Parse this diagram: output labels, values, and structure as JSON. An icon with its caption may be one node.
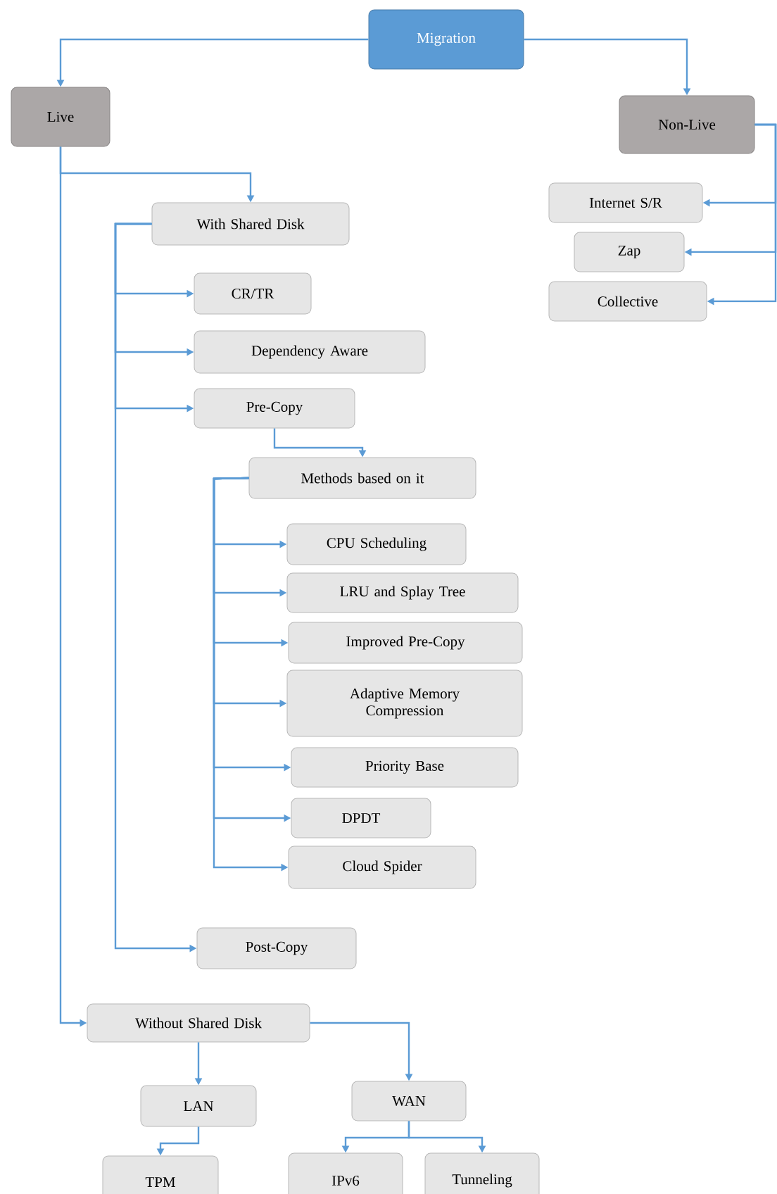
{
  "diagram": {
    "nodes": [
      {
        "text": [
          "Migration"
        ]
      },
      {
        "text": [
          "Live"
        ]
      },
      {
        "text": [
          "Non-Live"
        ]
      },
      {
        "text": [
          "Internet S/R"
        ]
      },
      {
        "text": [
          "Zap"
        ]
      },
      {
        "text": [
          "Collective"
        ]
      },
      {
        "text": [
          "With Shared Disk"
        ]
      },
      {
        "text": [
          "CR/TR"
        ]
      },
      {
        "text": [
          "Dependency Aware"
        ]
      },
      {
        "text": [
          "Pre-Copy"
        ]
      },
      {
        "text": [
          "Methods based on it"
        ]
      },
      {
        "text": [
          "CPU Scheduling"
        ]
      },
      {
        "text": [
          "LRU and Splay Tree"
        ]
      },
      {
        "text": [
          "Improved Pre-Copy"
        ]
      },
      {
        "text": [
          "Adaptive Memory Compression"
        ]
      },
      {
        "text": [
          "Priority Base"
        ]
      },
      {
        "text": [
          "DPDT"
        ]
      },
      {
        "text": [
          "Cloud Spider"
        ]
      },
      {
        "text": [
          "Post-Copy"
        ]
      },
      {
        "text": [
          "Without Shared Disk"
        ]
      },
      {
        "text": [
          "LAN"
        ]
      },
      {
        "text": [
          "WAN"
        ]
      },
      {
        "text": [
          "TPM"
        ]
      },
      {
        "text": [
          "IPv6"
        ]
      },
      {
        "text": [
          "Tunneling"
        ]
      }
    ],
    "edges": [
      {
        "from": 0,
        "to": 1,
        "arrow": "to"
      },
      {
        "from": 0,
        "to": 2,
        "arrow": "to"
      },
      {
        "from": 2,
        "to": 3,
        "arrow": "to"
      },
      {
        "from": 2,
        "to": 4,
        "arrow": "to"
      },
      {
        "from": 2,
        "to": 5,
        "arrow": "to"
      },
      {
        "from": 1,
        "to": 6,
        "arrow": "to"
      },
      {
        "from": 6,
        "to": 7,
        "arrow": "to"
      },
      {
        "from": 6,
        "to": 8,
        "arrow": "to"
      },
      {
        "from": 6,
        "to": 9,
        "arrow": "to"
      },
      {
        "from": 9,
        "to": 10,
        "arrow": "to"
      },
      {
        "from": 10,
        "to": 11,
        "arrow": "to"
      },
      {
        "from": 10,
        "to": 12,
        "arrow": "to"
      },
      {
        "from": 10,
        "to": 13,
        "arrow": "to"
      },
      {
        "from": 10,
        "to": 14,
        "arrow": "to"
      },
      {
        "from": 10,
        "to": 15,
        "arrow": "to"
      },
      {
        "from": 10,
        "to": 16,
        "arrow": "to"
      },
      {
        "from": 10,
        "to": 17,
        "arrow": "to"
      },
      {
        "from": 6,
        "to": 18,
        "arrow": "to"
      },
      {
        "from": 1,
        "to": 19,
        "arrow": "to"
      },
      {
        "from": 19,
        "to": 20,
        "arrow": "to"
      },
      {
        "from": 19,
        "to": 21,
        "arrow": "to"
      },
      {
        "from": 20,
        "to": 22,
        "arrow": "to"
      },
      {
        "from": 21,
        "to": 23,
        "arrow": "to"
      },
      {
        "from": 21,
        "to": 24,
        "arrow": "to"
      }
    ]
  }
}
